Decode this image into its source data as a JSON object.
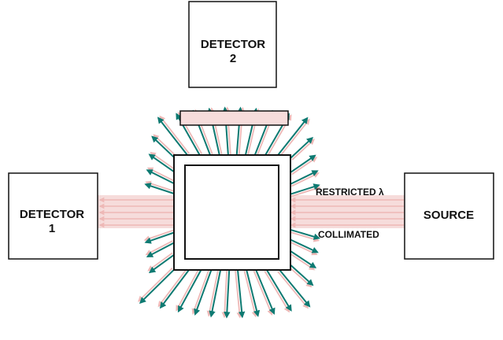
{
  "detector2": {
    "line1": "DETECTOR",
    "line2": "2"
  },
  "detector1": {
    "line1": "DETECTOR",
    "line2": "1"
  },
  "source": {
    "label": "SOURCE"
  },
  "annotations": {
    "restricted": "RESTRICTED λ",
    "collimated": "COLLIMATED"
  },
  "colors": {
    "teal": "#0e7a72",
    "pink": "#eeb8b6",
    "pink_fill": "#f6dcdb",
    "box": "#111111"
  }
}
